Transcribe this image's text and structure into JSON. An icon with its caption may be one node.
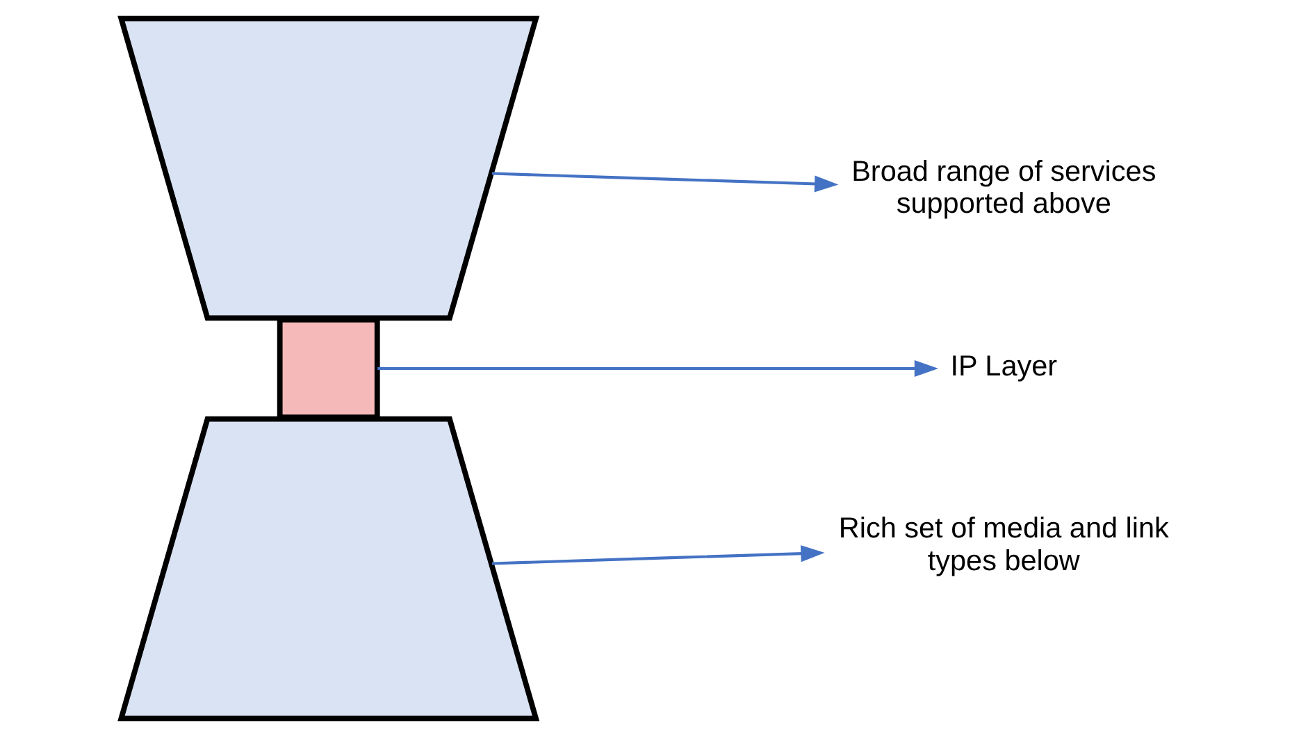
{
  "diagram": {
    "nodes": [
      {
        "text": [],
        "shape": "trapezoid"
      },
      {
        "text": [],
        "shape": "box"
      },
      {
        "text": [],
        "shape": "trapezoid"
      },
      {
        "text": [
          "Broad range of services supported above"
        ]
      },
      {
        "text": [
          "IP Layer"
        ]
      },
      {
        "text": [
          "Rich set of media and link types below"
        ]
      }
    ],
    "edges": [
      {
        "from": 0,
        "to": 3,
        "arrow": "to"
      },
      {
        "from": 1,
        "to": 4,
        "arrow": "to"
      },
      {
        "from": 2,
        "to": 5,
        "arrow": "to"
      }
    ]
  }
}
